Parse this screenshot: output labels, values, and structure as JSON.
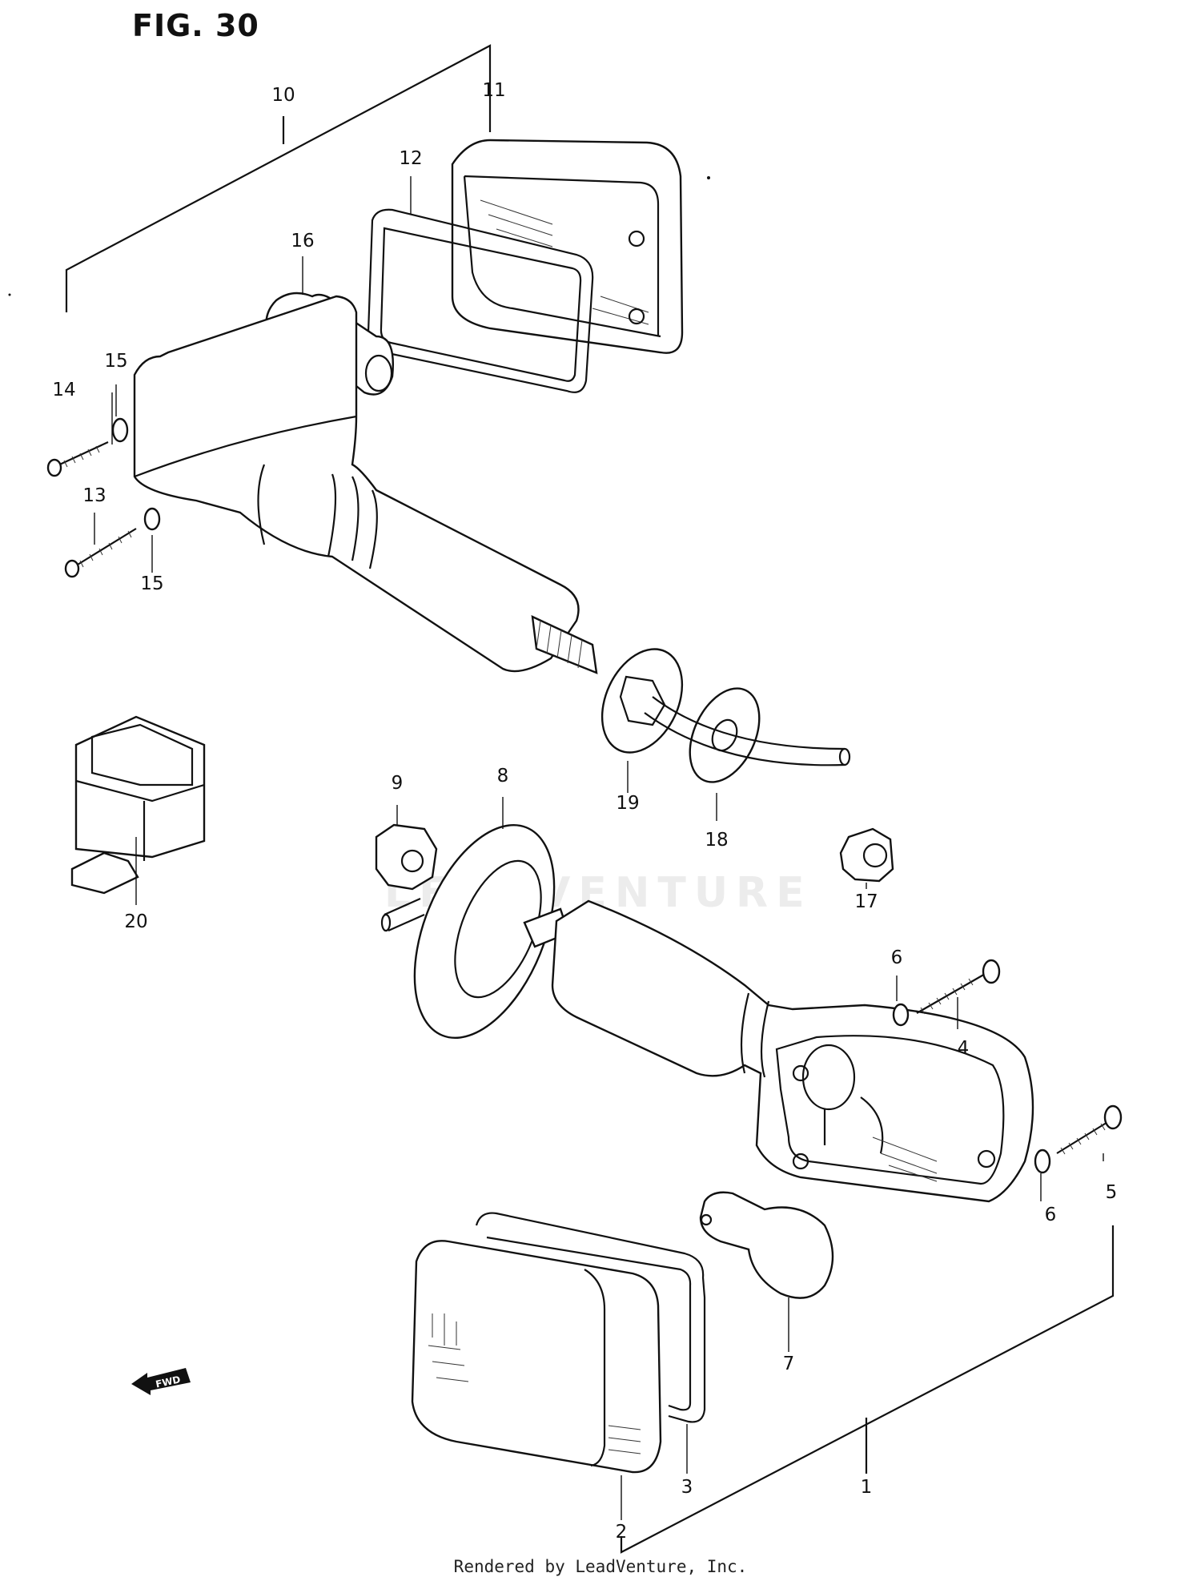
{
  "figure": {
    "title": "FIG. 30",
    "watermark": "LEADVENTURE",
    "footer": "Rendered by LeadVenture, Inc."
  },
  "callouts": [
    {
      "id": "1",
      "label": "1"
    },
    {
      "id": "2",
      "label": "2"
    },
    {
      "id": "3",
      "label": "3"
    },
    {
      "id": "4",
      "label": "4"
    },
    {
      "id": "5",
      "label": "5"
    },
    {
      "id": "6a",
      "label": "6"
    },
    {
      "id": "6b",
      "label": "6"
    },
    {
      "id": "7",
      "label": "7"
    },
    {
      "id": "8",
      "label": "8"
    },
    {
      "id": "9",
      "label": "9"
    },
    {
      "id": "10",
      "label": "10"
    },
    {
      "id": "11",
      "label": "11"
    },
    {
      "id": "12",
      "label": "12"
    },
    {
      "id": "13",
      "label": "13"
    },
    {
      "id": "14",
      "label": "14"
    },
    {
      "id": "15a",
      "label": "15"
    },
    {
      "id": "15b",
      "label": "15"
    },
    {
      "id": "16",
      "label": "16"
    },
    {
      "id": "17",
      "label": "17"
    },
    {
      "id": "18",
      "label": "18"
    },
    {
      "id": "19",
      "label": "19"
    },
    {
      "id": "20",
      "label": "20"
    }
  ],
  "icons": {
    "forward_arrow": "fwd-arrow-icon"
  },
  "colors": {
    "ink": "#111111",
    "paper": "#ffffff"
  }
}
